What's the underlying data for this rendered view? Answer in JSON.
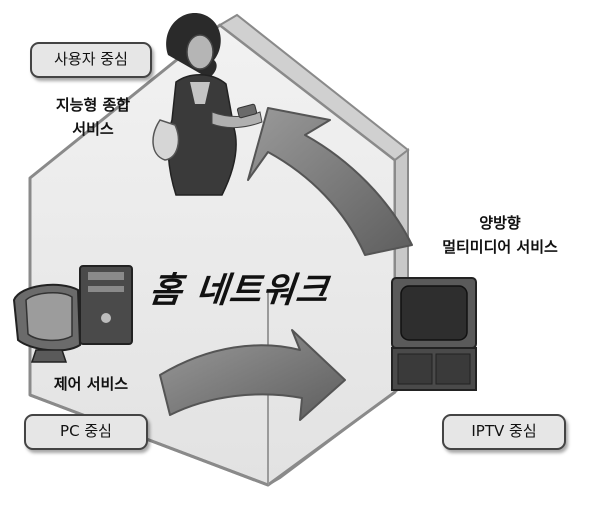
{
  "title": "홈 네트워크",
  "tags": {
    "user": "사용자 중심",
    "pc": "PC 중심",
    "iptv": "IPTV 중심"
  },
  "labels": {
    "intelligent_line1": "지능형 종합",
    "intelligent_line2": "서비스",
    "bidirectional_line1": "양방향",
    "bidirectional_line2": "멀티미디어 서비스",
    "control": "제어 서비스"
  },
  "icons": [
    "house-icon",
    "woman-icon",
    "pc-icon",
    "tv-icon",
    "curved-arrow-icon"
  ],
  "colors": {
    "house": "#e9e9e9",
    "outline": "#8a8a8a",
    "arrow": "#7a7a7a",
    "tag_fill": "#e6e6e6"
  }
}
